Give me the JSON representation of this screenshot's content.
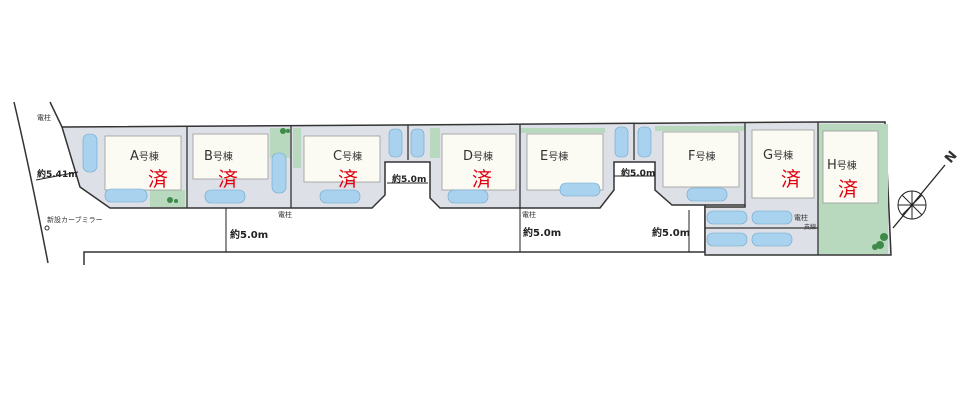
{
  "lots": [
    {
      "letter": "A",
      "suffix": "号棟",
      "status": "済"
    },
    {
      "letter": "B",
      "suffix": "号棟",
      "status": "済"
    },
    {
      "letter": "C",
      "suffix": "号棟",
      "status": "済"
    },
    {
      "letter": "D",
      "suffix": "号棟",
      "status": "済"
    },
    {
      "letter": "E",
      "suffix": "号棟",
      "status": ""
    },
    {
      "letter": "F",
      "suffix": "号棟",
      "status": ""
    },
    {
      "letter": "G",
      "suffix": "号棟",
      "status": "済"
    },
    {
      "letter": "H",
      "suffix": "号棟",
      "status": "済"
    }
  ],
  "dimensions": {
    "left_road": "約5.41m",
    "road_b": "約5.0m",
    "gap_cd": "約5.0m",
    "road_e": "約5.0m",
    "gap_ef": "約5.0m",
    "road_f": "約5.0m"
  },
  "labels": {
    "pole_top": "電柱",
    "pole_bc": "電柱",
    "pole_e": "電柱",
    "pole_g": "電柱",
    "guy_wire": "支線",
    "mirror": "新設カーブミラー"
  },
  "compass": {
    "north": "N"
  },
  "colors": {
    "green": "#b9d9bf",
    "paving": "#dde0e6",
    "sold": "#e00010",
    "car": "#a9d2ee"
  }
}
